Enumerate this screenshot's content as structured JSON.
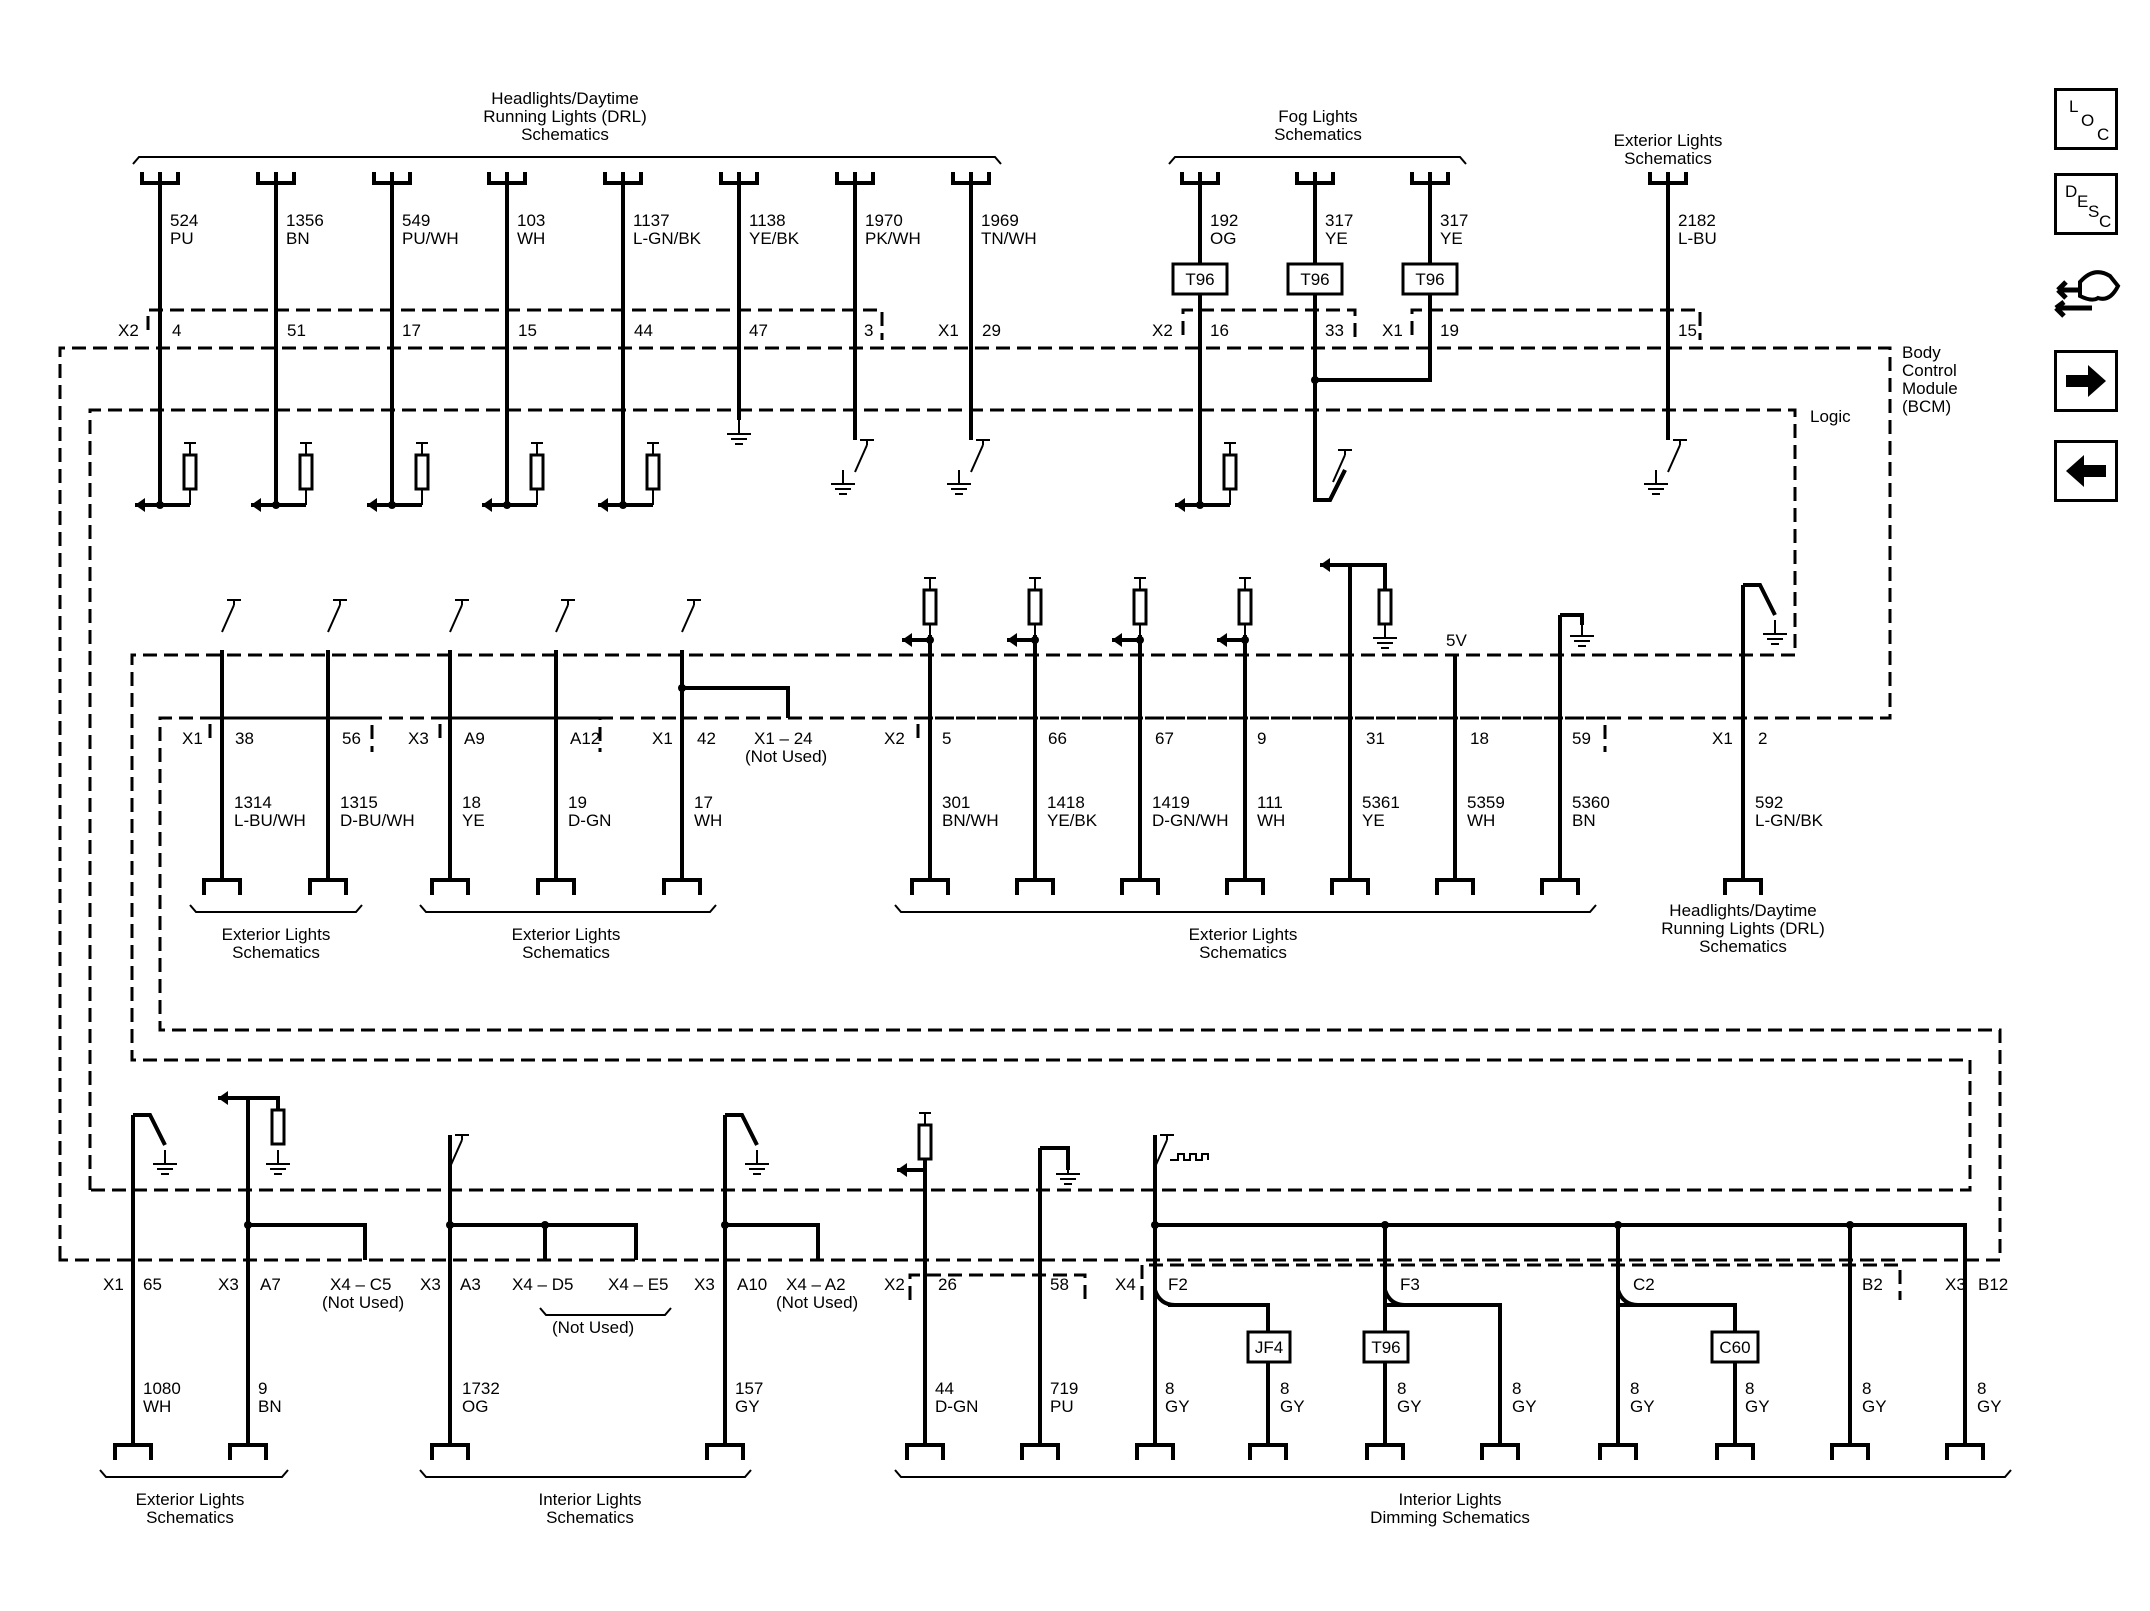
{
  "ui": {
    "nav_loc": [
      "L",
      "O",
      "C"
    ],
    "nav_desc": [
      "D",
      "E",
      "S",
      "C"
    ]
  },
  "groups": {
    "top_headlights": [
      "Headlights/Daytime",
      "Running Lights (DRL)",
      "Schematics"
    ],
    "top_fog": [
      "Fog Lights",
      "Schematics"
    ],
    "top_exterior": [
      "Exterior Lights",
      "Schematics"
    ],
    "bcm": [
      "Body",
      "Control",
      "Module",
      "(BCM)"
    ],
    "logic": "Logic",
    "mid_ext1": [
      "Exterior Lights",
      "Schematics"
    ],
    "mid_ext2": [
      "Exterior Lights",
      "Schematics"
    ],
    "mid_ext3": [
      "Exterior Lights",
      "Schematics"
    ],
    "mid_head": [
      "Headlights/Daytime",
      "Running Lights (DRL)",
      "Schematics"
    ],
    "bot_ext": [
      "Exterior Lights",
      "Schematics"
    ],
    "bot_int": [
      "Interior Lights",
      "Schematics"
    ],
    "bot_dim": [
      "Interior Lights",
      "Dimming Schematics"
    ],
    "not_used": "(Not Used)",
    "five_v": "5V"
  },
  "top_wires": [
    {
      "circuit": "524",
      "color": "PU",
      "pin": "4"
    },
    {
      "circuit": "1356",
      "color": "BN",
      "pin": "51"
    },
    {
      "circuit": "549",
      "color": "PU/WH",
      "pin": "17"
    },
    {
      "circuit": "103",
      "color": "WH",
      "pin": "15"
    },
    {
      "circuit": "1137",
      "color": "L-GN/BK",
      "pin": "44"
    },
    {
      "circuit": "1138",
      "color": "YE/BK",
      "pin": "47"
    },
    {
      "circuit": "1970",
      "color": "PK/WH",
      "pin": "3"
    },
    {
      "circuit": "1969",
      "color": "TN/WH",
      "pin": "29"
    },
    {
      "circuit": "192",
      "color": "OG",
      "pin": "16"
    },
    {
      "circuit": "317",
      "color": "YE",
      "pin": "33"
    },
    {
      "circuit": "317",
      "color": "YE",
      "pin": "19"
    },
    {
      "circuit": "2182",
      "color": "L-BU",
      "pin": "15"
    }
  ],
  "top_connectors": [
    "X2",
    "X1",
    "X2",
    "X1"
  ],
  "splices_top": [
    "T96",
    "T96",
    "T96"
  ],
  "mid_wires": [
    {
      "circuit": "1314",
      "color": "L-BU/WH",
      "pin": "38"
    },
    {
      "circuit": "1315",
      "color": "D-BU/WH",
      "pin": "56"
    },
    {
      "circuit": "18",
      "color": "YE",
      "pin": "A9"
    },
    {
      "circuit": "19",
      "color": "D-GN",
      "pin": "A12"
    },
    {
      "circuit": "17",
      "color": "WH",
      "pin": "42"
    },
    {
      "circuit": "301",
      "color": "BN/WH",
      "pin": "5"
    },
    {
      "circuit": "1418",
      "color": "YE/BK",
      "pin": "66"
    },
    {
      "circuit": "1419",
      "color": "D-GN/WH",
      "pin": "67"
    },
    {
      "circuit": "111",
      "color": "WH",
      "pin": "9"
    },
    {
      "circuit": "5361",
      "color": "YE",
      "pin": "31"
    },
    {
      "circuit": "5359",
      "color": "WH",
      "pin": "18"
    },
    {
      "circuit": "5360",
      "color": "BN",
      "pin": "59"
    },
    {
      "circuit": "592",
      "color": "L-GN/BK",
      "pin": "2"
    }
  ],
  "mid_connectors": [
    "X1",
    "X3",
    "X1",
    "X1 – 24",
    "X2",
    "X1"
  ],
  "mid_not_used": "(Not Used)",
  "bot_wires": [
    {
      "circuit": "1080",
      "color": "WH",
      "pin": "65"
    },
    {
      "circuit": "9",
      "color": "BN",
      "pin": "A7"
    },
    {
      "circuit": "1732",
      "color": "OG",
      "pin": "A3"
    },
    {
      "circuit": "157",
      "color": "GY",
      "pin": "A10"
    },
    {
      "circuit": "44",
      "color": "D-GN",
      "pin": "26"
    },
    {
      "circuit": "719",
      "color": "PU",
      "pin": "58"
    },
    {
      "circuit": "8",
      "color": "GY",
      "pin": "F2"
    },
    {
      "circuit": "8",
      "color": "GY",
      "pin": ""
    },
    {
      "circuit": "8",
      "color": "GY",
      "pin": "F3"
    },
    {
      "circuit": "8",
      "color": "GY",
      "pin": ""
    },
    {
      "circuit": "8",
      "color": "GY",
      "pin": "C2"
    },
    {
      "circuit": "8",
      "color": "GY",
      "pin": ""
    },
    {
      "circuit": "8",
      "color": "GY",
      "pin": "B2"
    },
    {
      "circuit": "8",
      "color": "GY",
      "pin": "B12"
    }
  ],
  "bot_connectors": [
    "X1",
    "X3",
    "X4 – C5",
    "X3",
    "X4 – D5",
    "X4 – E5",
    "X3",
    "X4 – A2",
    "X2",
    "X4",
    "X3"
  ],
  "splices_bot": [
    "JF4",
    "T96",
    "C60"
  ]
}
